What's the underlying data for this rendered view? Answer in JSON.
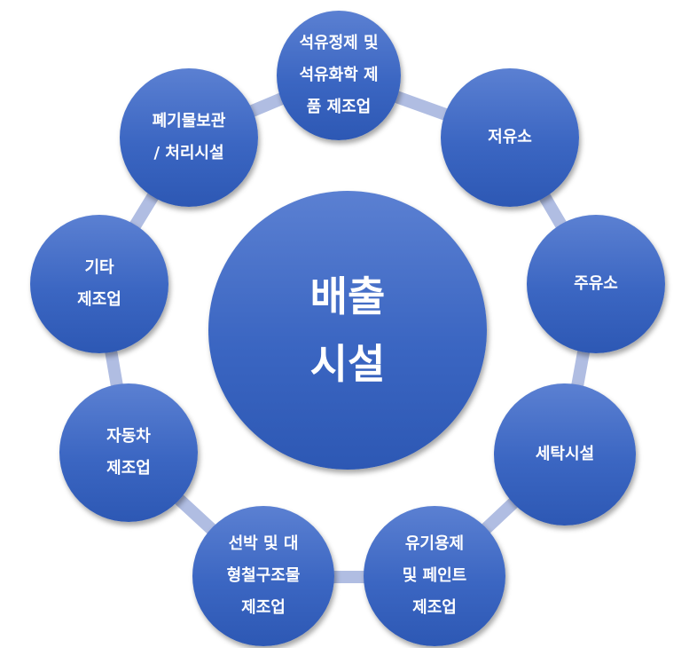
{
  "colors": {
    "ring": "#b0bde2",
    "node_top": "#5b80d2",
    "node_bottom": "#2d58b4"
  },
  "center": {
    "label": "배출\n시설"
  },
  "nodes": [
    {
      "label": "석유정제 및\n석유화학 제\n품 제조업"
    },
    {
      "label": "저유소"
    },
    {
      "label": "주유소"
    },
    {
      "label": "세탁시설"
    },
    {
      "label": "유기용제\n및 페인트\n제조업"
    },
    {
      "label": "선박 및 대\n형철구조물\n제조업"
    },
    {
      "label": "자동차\n제조업"
    },
    {
      "label": "기타\n제조업"
    },
    {
      "label": "폐기물보관\n/ 처리시설"
    }
  ]
}
